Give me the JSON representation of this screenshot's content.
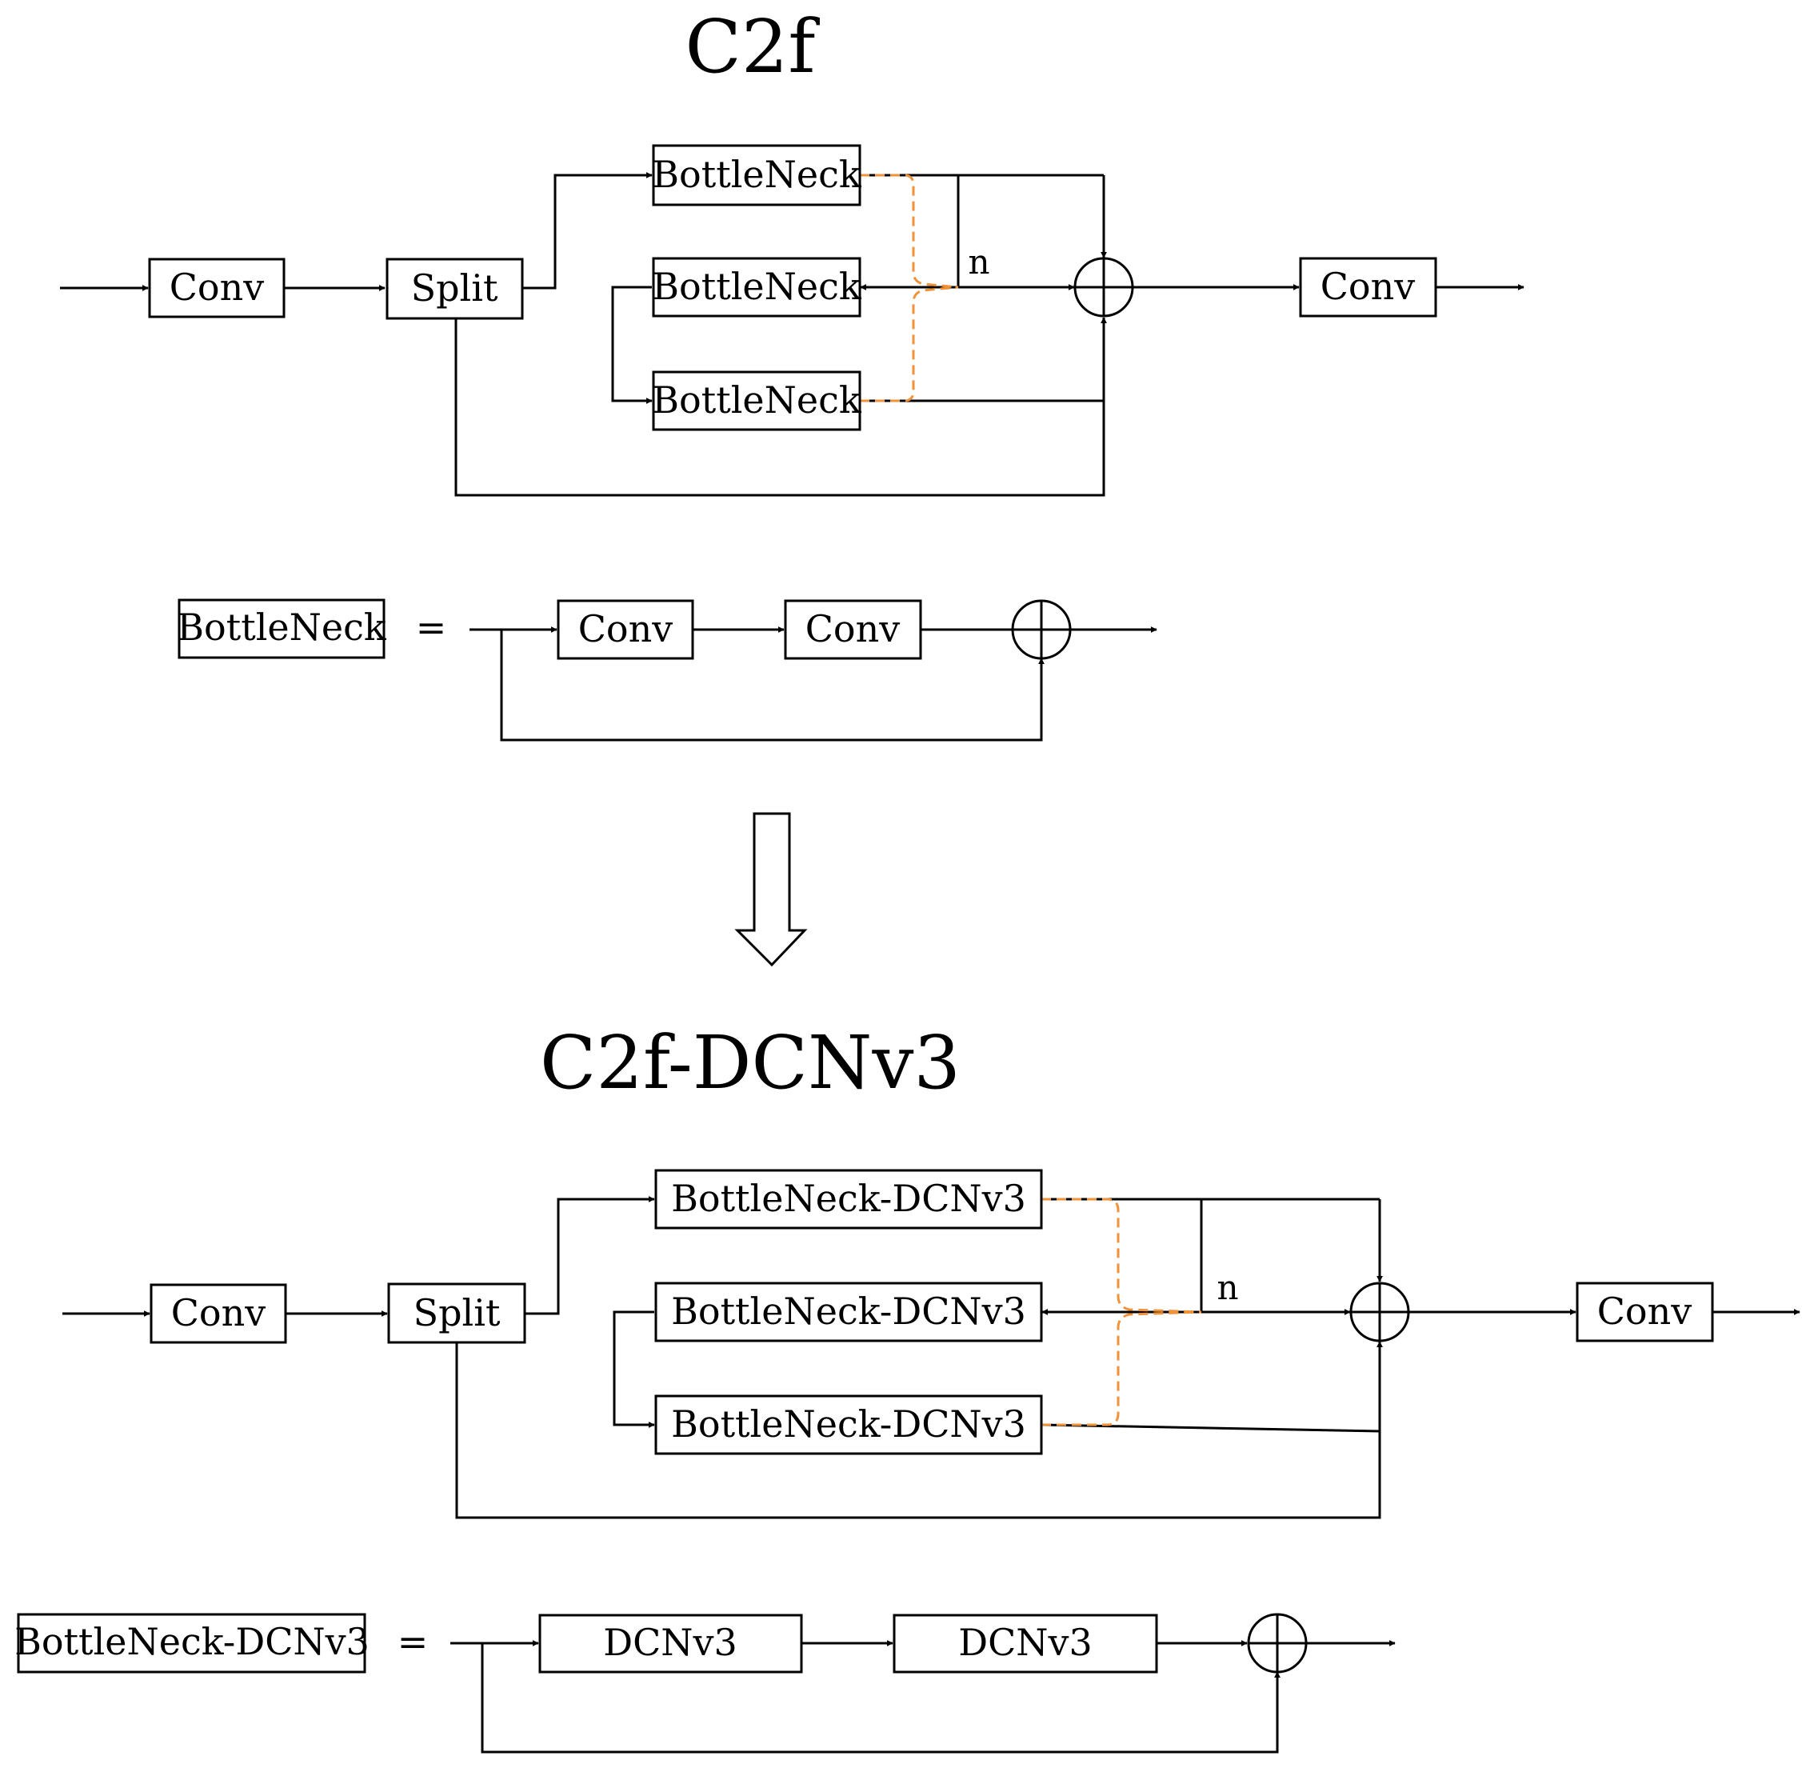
{
  "top": {
    "title": "C2f",
    "conv_in": "Conv",
    "split": "Split",
    "bottleneck_1": "BottleNeck",
    "bottleneck_2": "BottleNeck",
    "bottleneck_3": "BottleNeck",
    "repeat_label": "n",
    "conv_out": "Conv"
  },
  "top_def": {
    "name": "BottleNeck",
    "equals": "=",
    "conv_1": "Conv",
    "conv_2": "Conv"
  },
  "bottom": {
    "title": "C2f-DCNv3",
    "conv_in": "Conv",
    "split": "Split",
    "bottleneck_1": "BottleNeck-DCNv3",
    "bottleneck_2": "BottleNeck-DCNv3",
    "bottleneck_3": "BottleNeck-DCNv3",
    "repeat_label": "n",
    "conv_out": "Conv"
  },
  "bottom_def": {
    "name": "BottleNeck-DCNv3",
    "equals": "=",
    "dcn_1": "DCNv3",
    "dcn_2": "DCNv3"
  },
  "colors": {
    "line": "#000000",
    "dashed_connector": "#f0923a"
  }
}
